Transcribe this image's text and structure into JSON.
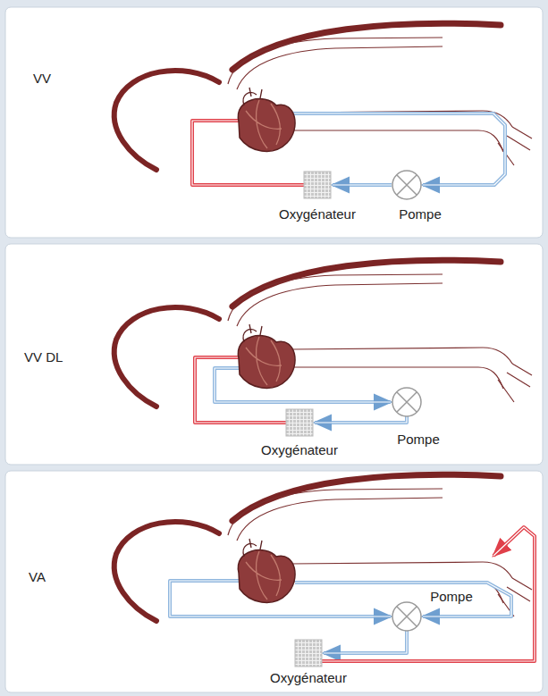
{
  "diagram": {
    "labels": [
      "VV",
      "Oxygénateur",
      "Pompe",
      "VV DL",
      "Oxygénateur",
      "Pompe",
      "VA",
      "Oxygénateur",
      "Pompe"
    ]
  }
}
